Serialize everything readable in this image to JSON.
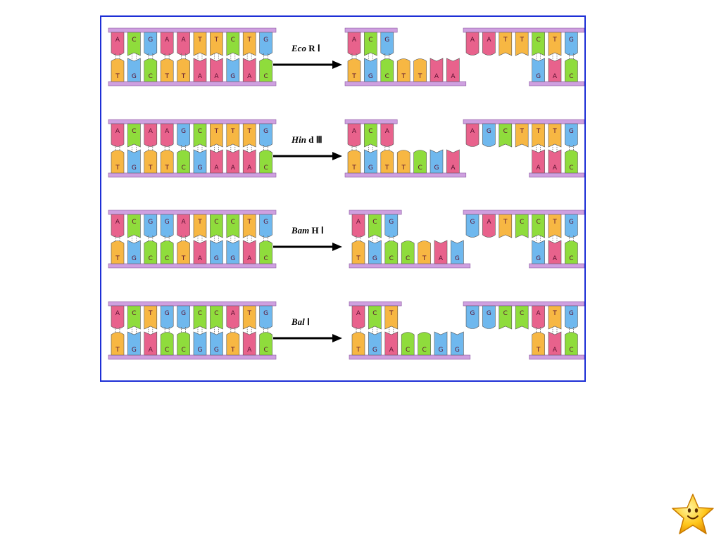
{
  "colors": {
    "A": "#e8628c",
    "C": "#8fdc3c",
    "G": "#6fb8ee",
    "T": "#f7b743",
    "backbone": "#cfa0e0",
    "frame": "#1d2fd6",
    "arrow": "#000000"
  },
  "rows": [
    {
      "enzyme_italic": "Eco",
      "enzyme_rest": "R Ⅰ",
      "top": [
        "A",
        "C",
        "G",
        "A",
        "A",
        "T",
        "T",
        "C",
        "T",
        "G"
      ],
      "bottom": [
        "T",
        "G",
        "C",
        "T",
        "T",
        "A",
        "A",
        "G",
        "A",
        "C"
      ],
      "left_frag_top": [
        "A",
        "C",
        "G"
      ],
      "left_frag_bottom": [
        "T",
        "G",
        "C",
        "T",
        "T",
        "A",
        "A"
      ],
      "right_frag_top": [
        "A",
        "A",
        "T",
        "T",
        "C",
        "T",
        "G"
      ],
      "right_frag_bottom": [
        "G",
        "A",
        "C"
      ]
    },
    {
      "enzyme_italic": "Hin",
      "enzyme_rest": "d Ⅲ",
      "top": [
        "A",
        "C",
        "A",
        "A",
        "G",
        "C",
        "T",
        "T",
        "T",
        "G"
      ],
      "bottom": [
        "T",
        "G",
        "T",
        "T",
        "C",
        "G",
        "A",
        "A",
        "A",
        "C"
      ],
      "left_frag_top": [
        "A",
        "C",
        "A"
      ],
      "left_frag_bottom": [
        "T",
        "G",
        "T",
        "T",
        "C",
        "G",
        "A"
      ],
      "right_frag_top": [
        "A",
        "G",
        "C",
        "T",
        "T",
        "T",
        "G"
      ],
      "right_frag_bottom": [
        "A",
        "A",
        "C"
      ]
    },
    {
      "enzyme_italic": "Bam",
      "enzyme_rest": "H Ⅰ",
      "top": [
        "A",
        "C",
        "G",
        "G",
        "A",
        "T",
        "C",
        "C",
        "T",
        "G"
      ],
      "bottom": [
        "T",
        "G",
        "C",
        "C",
        "T",
        "A",
        "G",
        "G",
        "A",
        "C"
      ],
      "left_frag_top": [
        "A",
        "C",
        "G"
      ],
      "left_frag_bottom": [
        "T",
        "G",
        "C",
        "C",
        "T",
        "A",
        "G"
      ],
      "right_frag_top": [
        "G",
        "A",
        "T",
        "C",
        "C",
        "T",
        "G"
      ],
      "right_frag_bottom": [
        "G",
        "A",
        "C"
      ]
    },
    {
      "enzyme_italic": "Bal",
      "enzyme_rest": " Ⅰ",
      "top": [
        "A",
        "C",
        "T",
        "G",
        "G",
        "C",
        "C",
        "A",
        "T",
        "G"
      ],
      "bottom": [
        "T",
        "G",
        "A",
        "C",
        "C",
        "G",
        "G",
        "T",
        "A",
        "C"
      ],
      "left_frag_top": [
        "A",
        "C",
        "T"
      ],
      "left_frag_bottom": [
        "T",
        "G",
        "A",
        "C",
        "C",
        "G",
        "G"
      ],
      "right_frag_top": [
        "G",
        "G",
        "C",
        "C",
        "A",
        "T",
        "G"
      ],
      "right_frag_bottom": [
        "T",
        "A",
        "C"
      ]
    }
  ],
  "mascot_icon": "smiling-star-icon"
}
